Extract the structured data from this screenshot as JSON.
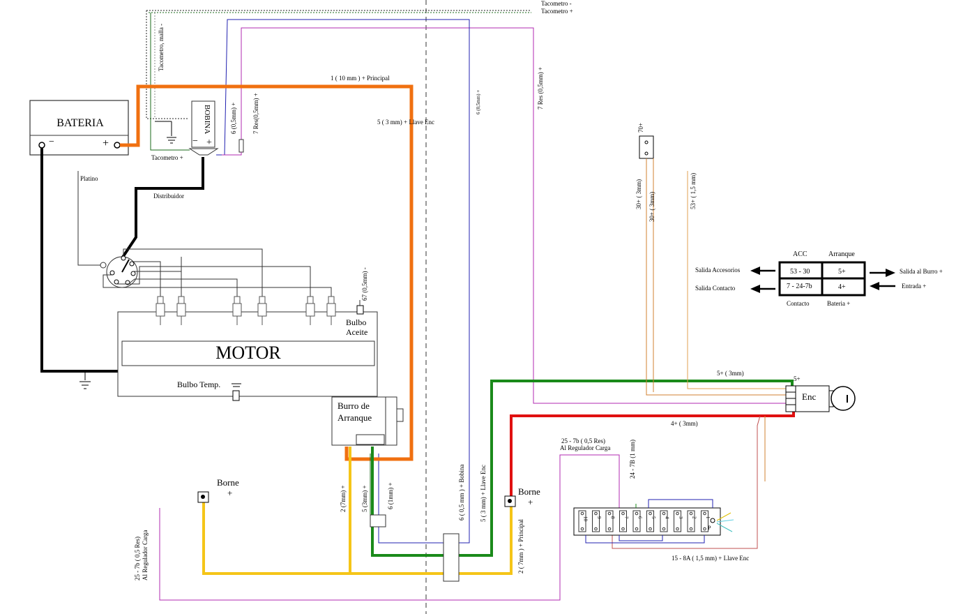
{
  "components": {
    "battery": {
      "title": "BATERIA",
      "neg": "−",
      "pos": "+"
    },
    "coil": {
      "title": "BOBINA",
      "neg": "−",
      "pos": "+"
    },
    "motor": {
      "title": "MOTOR"
    },
    "starter": {
      "line1": "Burro de",
      "line2": "Arranque"
    },
    "oil_bulb": {
      "line1": "Bulbo",
      "line2": "Aceite"
    },
    "temp_bulb": "Bulbo Temp.",
    "ignition": {
      "label": "Enc"
    },
    "borne_left": {
      "label": "Borne",
      "sign": "+"
    },
    "borne_right": {
      "label": "Borne",
      "sign": "+"
    },
    "terminal_70": "70+",
    "fuse_box": {
      "fuses": [
        "10",
        "9",
        "8",
        "7",
        "6",
        "5",
        "4",
        "3",
        "2",
        "1"
      ],
      "marker": "P"
    }
  },
  "labels": {
    "tacometro_neg": "Tacometro -",
    "tacometro_pos": "Tacometro +",
    "tacometro_malla": "Tacometro, malla -",
    "tacometro_plus_small": "Tacometro +",
    "platino": "Platino",
    "distribuidor": "Distribuidor",
    "w1_principal": "1 ( 10 mm ) + Principal",
    "w5_llave": "5 ( 3 mm) + Llave Enc",
    "w6_coil": "6 (0,5mm) +",
    "w7_coil": "7 Res(0,5mm) +",
    "w6_mid": "6 (0,5mm) +",
    "w7_right": "7 Res (0,5mm) +",
    "w67": "67 (0,5mm) -",
    "w30a": "30+ ( 3mm)",
    "w30b": "30+ ( 3mm)",
    "w53": "53+ ( 1,5 mm)",
    "w5_3mm": "5+ ( 3mm)",
    "w5plus": "5+",
    "w4_3mm": "4+ ( 3mm)",
    "w25_right_1": "25 - 7b ( 0,5 Res)",
    "w25_right_2": "Al Regulador Carga",
    "w24": "24 - 7B (1 mm)",
    "w15": "15 - 8A ( 1,5 mm) + Llave Enc",
    "w25_left_1": "25 - 7b ( 0,5 Res)",
    "w25_left_2": "Al Regulador Carga",
    "w2_7mm": "2 (7mm) +",
    "w5_3mm_v": "5 (3mm) +",
    "w6_1mm": "6 (1mm) +",
    "w6_bobina": "6 ( 0,5 mm ) + Bobina",
    "w5_llave_v": "5 ( 3 mm) + Llave Enc",
    "w2_principal": "2 ( 7mm ) + Principal"
  },
  "switch_table": {
    "header_left": "ACC",
    "header_right": "Arranque",
    "cells": [
      [
        "53 - 30",
        "5+"
      ],
      [
        "7 - 24-7b",
        "4+"
      ]
    ],
    "footer_left": "Contacto",
    "footer_right": "Bateria +",
    "out_acc": "Salida Accesorios",
    "out_contact": "Salida Contacto",
    "out_burro": "Salida al Burro +",
    "in_entrada": "Entrada +"
  },
  "colors": {
    "main_power": "#f07010",
    "green": "#1a8a1a",
    "red": "#e01010",
    "yellow": "#f5c518",
    "purple": "#b02ab0",
    "blue": "#2020b0",
    "brown_orange": "#d08030",
    "dark_green": "#1a6a1a"
  }
}
